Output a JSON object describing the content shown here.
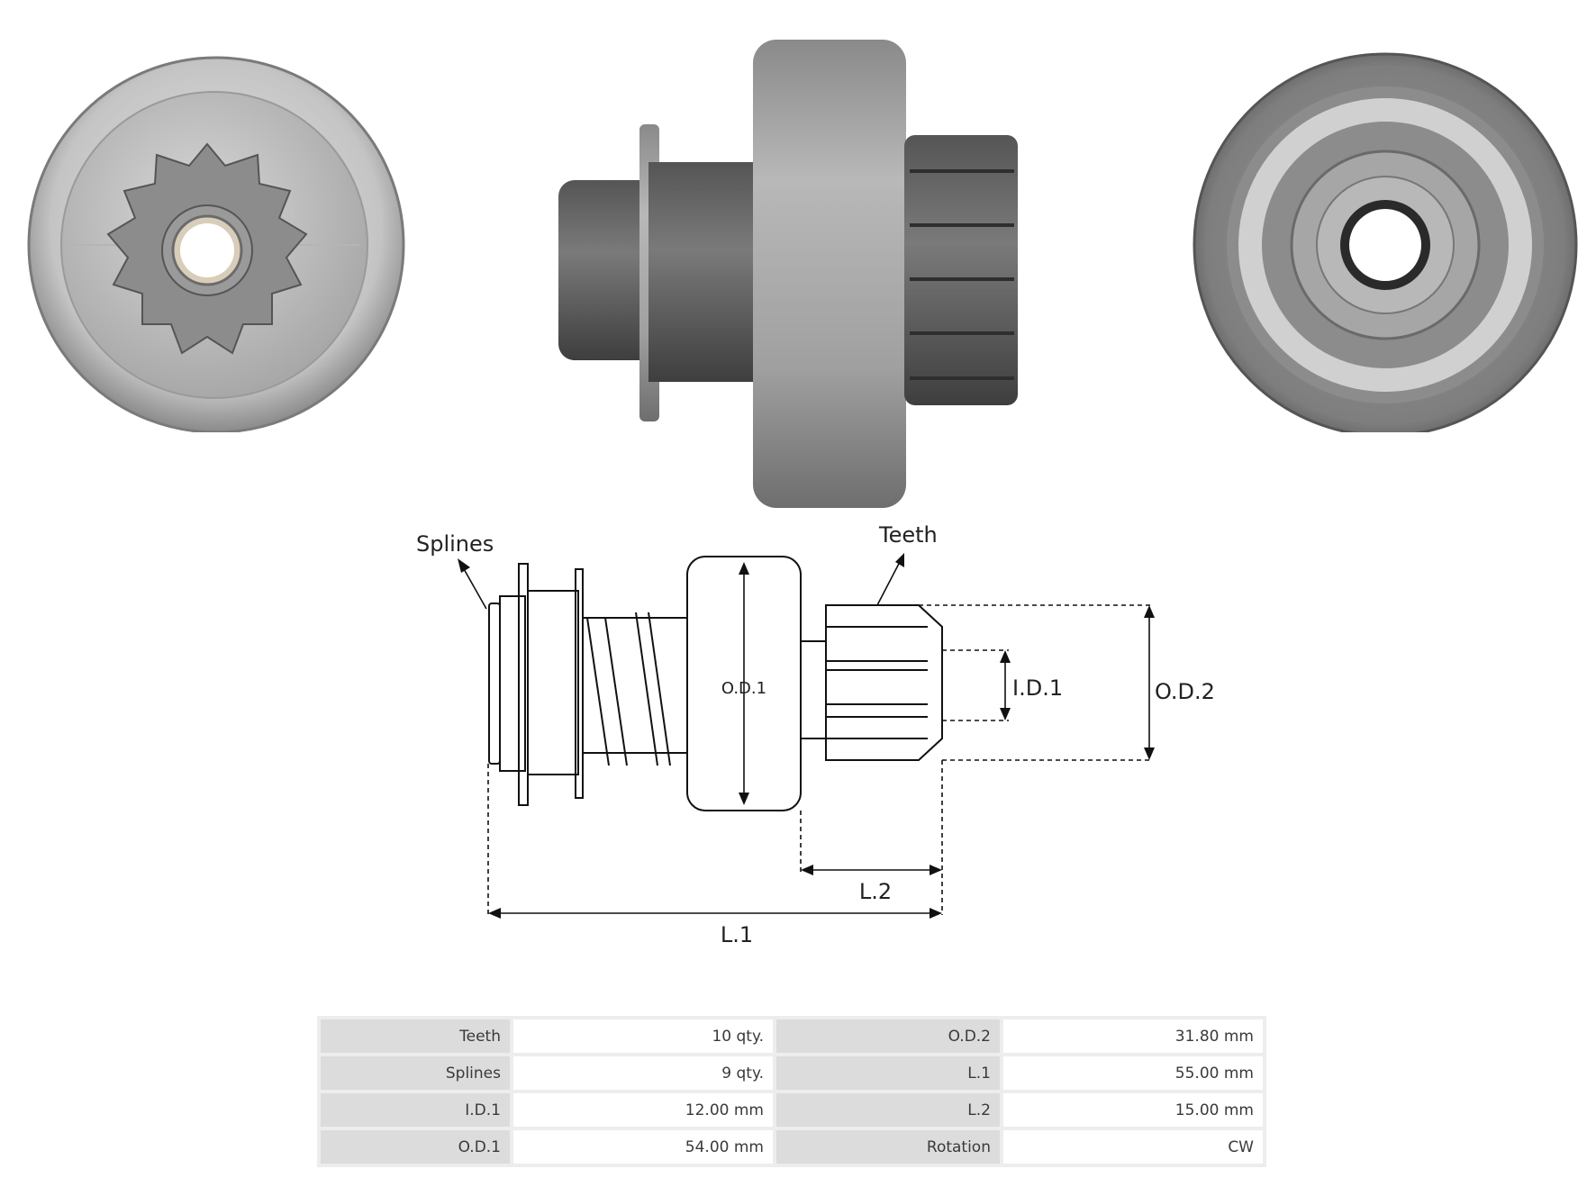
{
  "diagram": {
    "labels": {
      "splines": "Splines",
      "teeth": "Teeth",
      "od1": "O.D.1",
      "od2": "O.D.2",
      "id1": "I.D.1",
      "l1": "L.1",
      "l2": "L.2"
    }
  },
  "specs": {
    "rows": [
      {
        "label_a": "Teeth",
        "value_a": "10 qty.",
        "label_b": "O.D.2",
        "value_b": "31.80 mm"
      },
      {
        "label_a": "Splines",
        "value_a": "9 qty.",
        "label_b": "L.1",
        "value_b": "55.00 mm"
      },
      {
        "label_a": "I.D.1",
        "value_a": "12.00 mm",
        "label_b": "L.2",
        "value_b": "15.00 mm"
      },
      {
        "label_a": "O.D.1",
        "value_a": "54.00 mm",
        "label_b": "Rotation",
        "value_b": "CW"
      }
    ]
  },
  "colors": {
    "metal_light": "#c9c9c9",
    "metal_dark": "#6e6e6e",
    "table_label_bg": "#dcdcdc",
    "table_border": "#ededed"
  }
}
